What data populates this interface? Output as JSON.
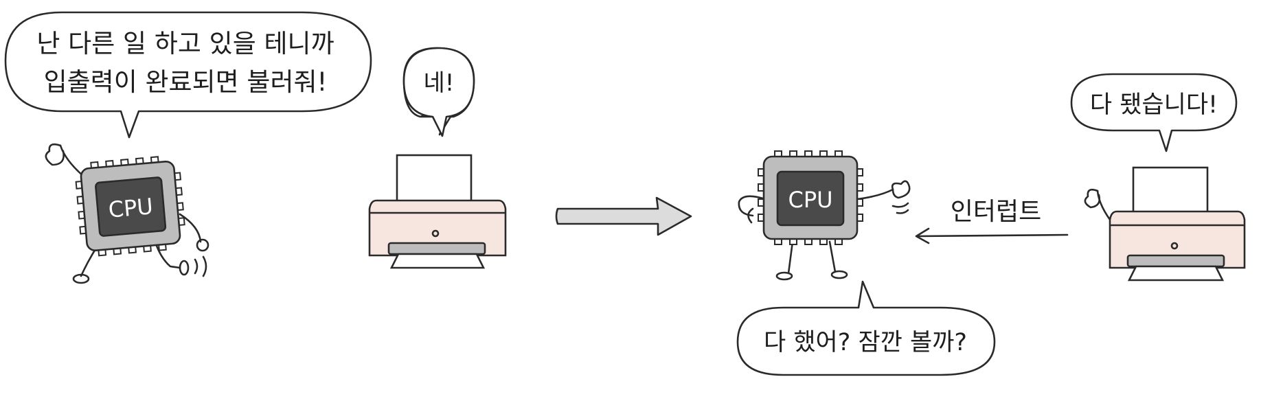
{
  "colors": {
    "ink": "#2a2a2a",
    "chip_body": "#bdbdbd",
    "chip_core": "#4a4a4a",
    "printer_body": "#f7e6df",
    "arrow_fill": "#dcdcdc"
  },
  "cpu_left": {
    "chip_label": "CPU",
    "speech_line1": "난 다른 일 하고 있을 테니까",
    "speech_line2": "입출력이 완료되면 불러줘!"
  },
  "printer_left": {
    "speech": "네!"
  },
  "cpu_right": {
    "chip_label": "CPU",
    "speech": "다 했어? 잠깐 볼까?"
  },
  "printer_right": {
    "speech": "다 됐습니다!"
  },
  "interrupt_label": "인터럽트",
  "icons": [
    "cpu-chip-icon",
    "printer-icon",
    "right-arrow-icon",
    "left-arrow-icon"
  ]
}
